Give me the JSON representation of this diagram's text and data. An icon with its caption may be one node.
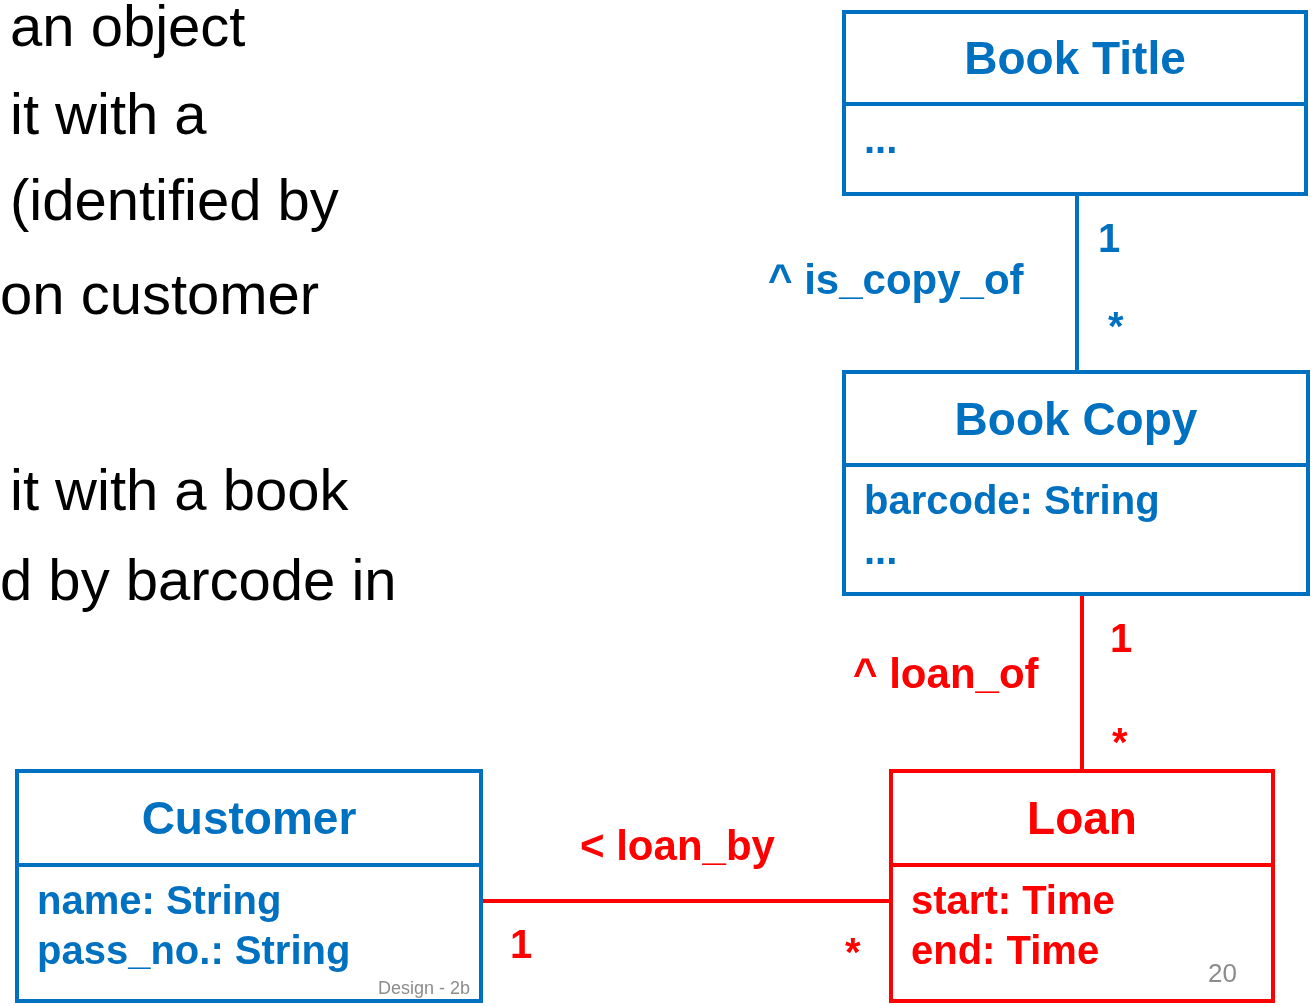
{
  "diagram": {
    "nodes": [
      {
        "text": [
          "Book Title",
          "..."
        ]
      },
      {
        "text": [
          "Book Copy",
          "barcode: String",
          "..."
        ]
      },
      {
        "text": [
          "Customer",
          "name: String",
          "pass_no.: String"
        ]
      },
      {
        "text": [
          "Loan",
          "start: Time",
          "end: Time"
        ]
      }
    ],
    "edges": [
      {
        "from": 0,
        "to": 1,
        "arrow": "none",
        "label": "^ is_copy_of",
        "color": "#0070c0"
      },
      {
        "from": 1,
        "to": 3,
        "arrow": "none",
        "label": "^ loan_of"
      },
      {
        "from": 2,
        "to": 3,
        "arrow": "none",
        "label": "< loan_by"
      }
    ],
    "labels": [
      "an object",
      "it with a",
      "(identified by",
      "on customer",
      "it with a book",
      "d by barcode in",
      "1",
      "*",
      "1",
      "*",
      "1",
      "*",
      "Design - 2b",
      "20"
    ]
  }
}
